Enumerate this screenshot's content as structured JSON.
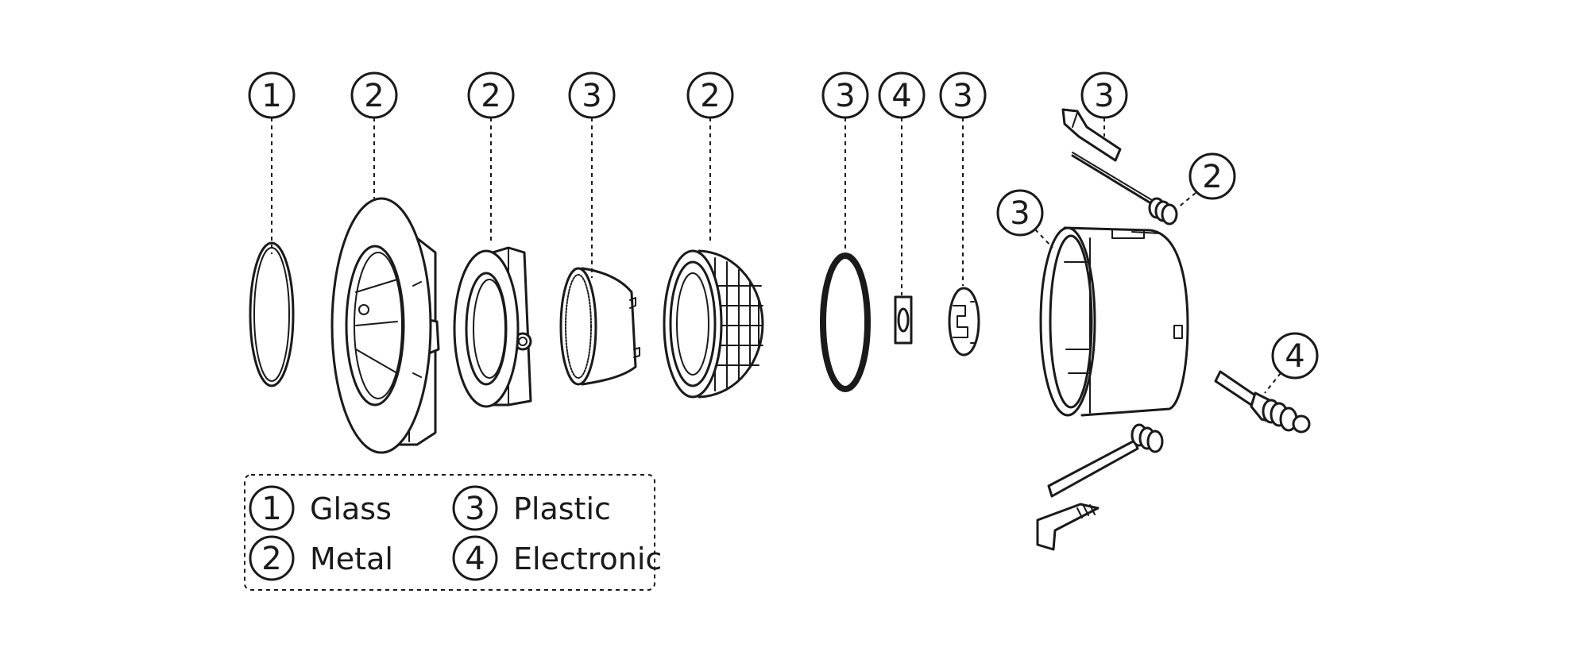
{
  "callouts": [
    {
      "id": "glass-lens",
      "num": "1"
    },
    {
      "id": "trim-ring",
      "num": "2"
    },
    {
      "id": "inner-ring",
      "num": "2"
    },
    {
      "id": "reflector",
      "num": "3"
    },
    {
      "id": "heatsink",
      "num": "2"
    },
    {
      "id": "o-ring",
      "num": "3"
    },
    {
      "id": "chip-module",
      "num": "4"
    },
    {
      "id": "holder-clip",
      "num": "3"
    },
    {
      "id": "top-clip",
      "num": "3"
    },
    {
      "id": "spring-top",
      "num": "2"
    },
    {
      "id": "housing",
      "num": "3"
    },
    {
      "id": "connector",
      "num": "4"
    }
  ],
  "legend": [
    {
      "num": "1",
      "label": "Glass"
    },
    {
      "num": "2",
      "label": "Metal"
    },
    {
      "num": "3",
      "label": "Plastic"
    },
    {
      "num": "4",
      "label": "Electronic"
    }
  ],
  "colors": {
    "line": "#1a1a1a",
    "background": "#ffffff"
  }
}
